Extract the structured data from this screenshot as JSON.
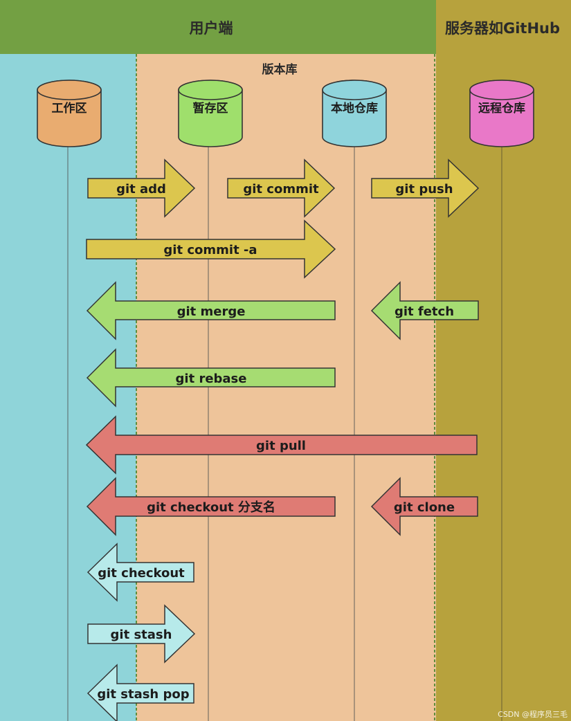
{
  "headers": {
    "user_side": "用户端",
    "server_side": "服务器如GitHub",
    "repository": "版本库"
  },
  "nodes": {
    "workspace": "工作区",
    "staging": "暂存区",
    "local_repo": "本地仓库",
    "remote_repo": "远程仓库"
  },
  "commands": [
    {
      "label": "git add",
      "from": "workspace",
      "to": "staging",
      "color": "#dcc64e"
    },
    {
      "label": "git commit",
      "from": "staging",
      "to": "local_repo",
      "color": "#dcc64e"
    },
    {
      "label": "git push",
      "from": "local_repo",
      "to": "remote_repo",
      "color": "#dcc64e"
    },
    {
      "label": "git commit -a",
      "from": "workspace",
      "to": "local_repo",
      "color": "#dcc64e"
    },
    {
      "label": "git merge",
      "from": "local_repo",
      "to": "workspace",
      "color": "#a6dc72"
    },
    {
      "label": "git fetch",
      "from": "remote_repo",
      "to": "local_repo",
      "color": "#a6dc72"
    },
    {
      "label": "git rebase",
      "from": "local_repo",
      "to": "workspace",
      "color": "#a6dc72"
    },
    {
      "label": "git pull",
      "from": "remote_repo",
      "to": "workspace",
      "color": "#df7b74"
    },
    {
      "label": "git checkout 分支名",
      "from": "local_repo",
      "to": "workspace",
      "color": "#df7b74"
    },
    {
      "label": "git clone",
      "from": "remote_repo",
      "to": "local_repo",
      "color": "#df7b74"
    },
    {
      "label": "git checkout",
      "from": "staging",
      "to": "workspace",
      "color": "#b7eaea"
    },
    {
      "label": "git stash",
      "from": "workspace",
      "to": "staging",
      "color": "#b7eaea"
    },
    {
      "label": "git stash pop",
      "from": "staging",
      "to": "workspace",
      "color": "#b7eaea"
    }
  ],
  "colors": {
    "user_header": "#73a043",
    "server_bg": "#b7a23d",
    "workspace_bg": "#8fd4d9",
    "repository_bg": "#eec49a",
    "workspace_node": "#e9ac70",
    "staging_node": "#9fdf6c",
    "local_repo_node": "#8fd4dc",
    "remote_repo_node": "#e978c8"
  },
  "watermark": "CSDN @程序员三毛"
}
